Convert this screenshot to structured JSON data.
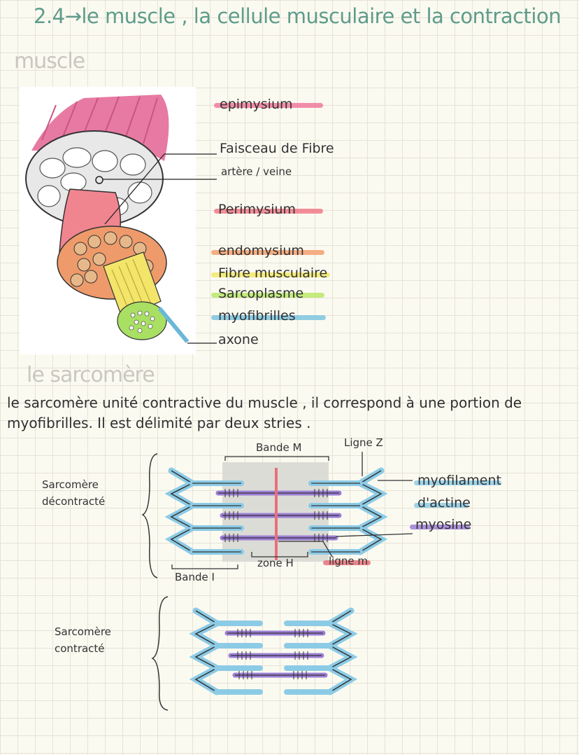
{
  "title": "2.4→le muscle , la cellule musculaire et la contraction",
  "sections": {
    "muscle": "muscle",
    "sarcomere": "le sarcomère"
  },
  "muscle_labels": {
    "epimysium": "epimysium",
    "faisceau": "Faisceau de Fibre",
    "artere": "artère / veine",
    "perimysium": "Perimysium",
    "endomysium": "endomysium",
    "fibre": "Fibre musculaire",
    "sarcoplasme": "Sarcoplasme",
    "myofibrilles": "myofibrilles",
    "axone": "axone"
  },
  "paragraph": {
    "line1": "le sarcomère unité contractive du muscle , il correspond à une portion de",
    "line2": "myofibrilles. Il est délimité par deux stries ."
  },
  "sarcomere_labels": {
    "bande_m": "Bande M",
    "ligne_z": "Ligne Z",
    "decontracte_1": "Sarcomère",
    "decontracte_2": "décontracté",
    "actine_1": "myofilament",
    "actine_2": "d'actine",
    "myosine": "myosine",
    "zone_h": "zone H",
    "ligne_m": "ligne m",
    "bande_i": "Bande I",
    "contracte_1": "Sarcomère",
    "contracte_2": "contracté"
  },
  "colors": {
    "title": "#5e9c8b",
    "epimysium": "#f07a9e",
    "perimysium": "#f07a8a",
    "endomysium": "#f2a070",
    "fibre": "#f1e86a",
    "sarcoplasme": "#b8e86a",
    "myofibrilles": "#7cc4e0",
    "actine": "#8ccbe6",
    "myosine": "#9c7fd6",
    "ligne_m": "#e8707a"
  }
}
